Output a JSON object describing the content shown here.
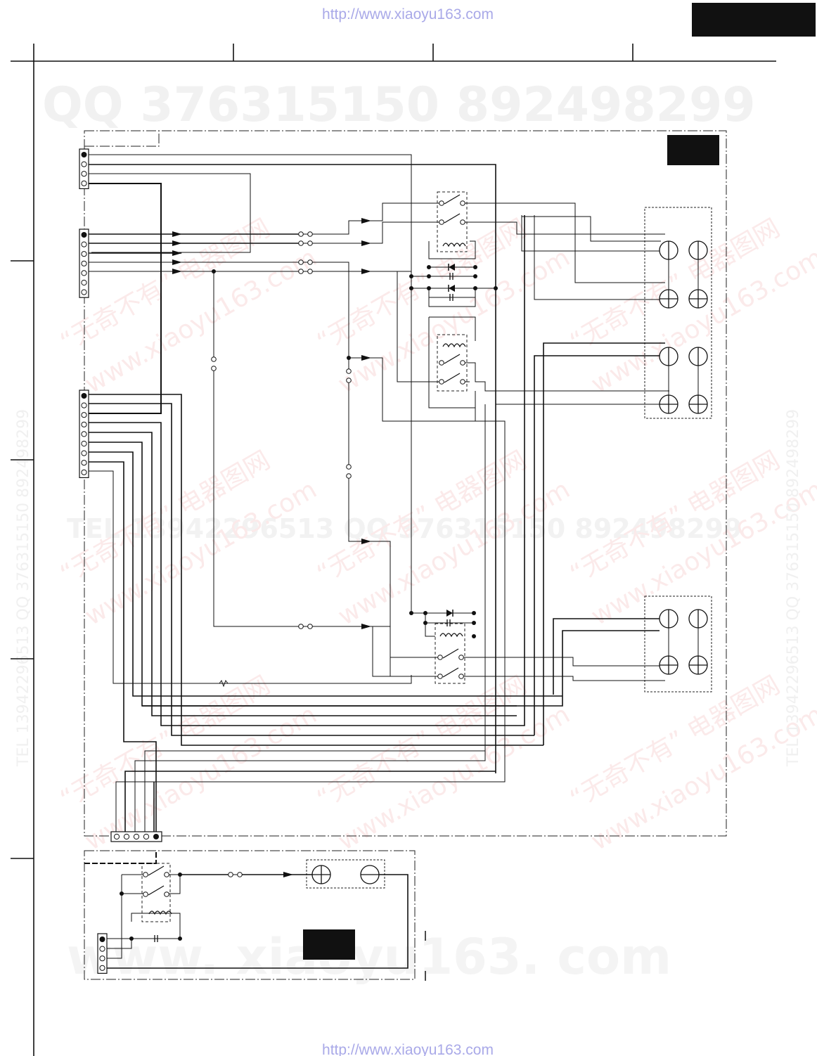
{
  "header": {
    "url_top": "http://www.xiaoyu163.com"
  },
  "footer": {
    "url_bottom": "http://www.xiaoyu163.com"
  },
  "watermarks": {
    "qq_line": "QQ 376315150   892498299",
    "tel_line": "TEL 13942296513    QQ 376315150  892498299",
    "site_cn": "“无奇不有” 电器图网",
    "site_url": "www.xiaoyu163.com",
    "footer_url": "www. xiaoyu163. com",
    "side_text": "TEL 13942296513  QQ 376315150  892498299"
  },
  "icons": {
    "page_tab": "black-label-block",
    "arrow": "signal-arrow-icon",
    "jack_plus": "speaker-terminal-plus-icon",
    "jack_minus": "speaker-terminal-minus-icon",
    "relay": "relay-icon",
    "diode": "diode-icon",
    "capacitor": "capacitor-icon",
    "resistor": "resistor-icon"
  },
  "colors": {
    "line": "#111111",
    "watermark_red": "#f3c9c9",
    "url": "#a9a9e8"
  }
}
